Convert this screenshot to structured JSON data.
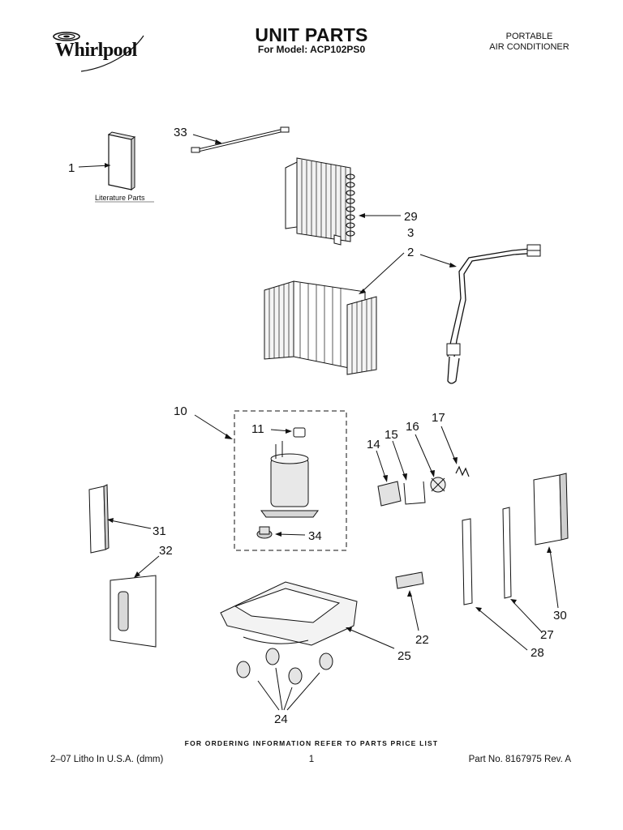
{
  "header": {
    "brand": "Whirlpool",
    "title": "UNIT PARTS",
    "subtitle": "For Model: ACP102PS0",
    "product_line1": "PORTABLE",
    "product_line2": "AIR CONDITIONER"
  },
  "literature_label": "Literature Parts",
  "callouts": {
    "c1": "1",
    "c2": "2",
    "c3": "3",
    "c10": "10",
    "c11": "11",
    "c14": "14",
    "c15": "15",
    "c16": "16",
    "c17": "17",
    "c22": "22",
    "c24": "24",
    "c25": "25",
    "c27": "27",
    "c28": "28",
    "c29": "29",
    "c30": "30",
    "c31": "31",
    "c32": "32",
    "c33": "33",
    "c34": "34"
  },
  "footer": {
    "order_note": "FOR ORDERING INFORMATION REFER TO PARTS PRICE LIST",
    "litho": "2–07 Litho In U.S.A. (dmm)",
    "page": "1",
    "part_no": "Part No. 8167975 Rev. A"
  },
  "colors": {
    "ink": "#111111",
    "paper": "#ffffff",
    "shade": "#d9d9d9"
  }
}
